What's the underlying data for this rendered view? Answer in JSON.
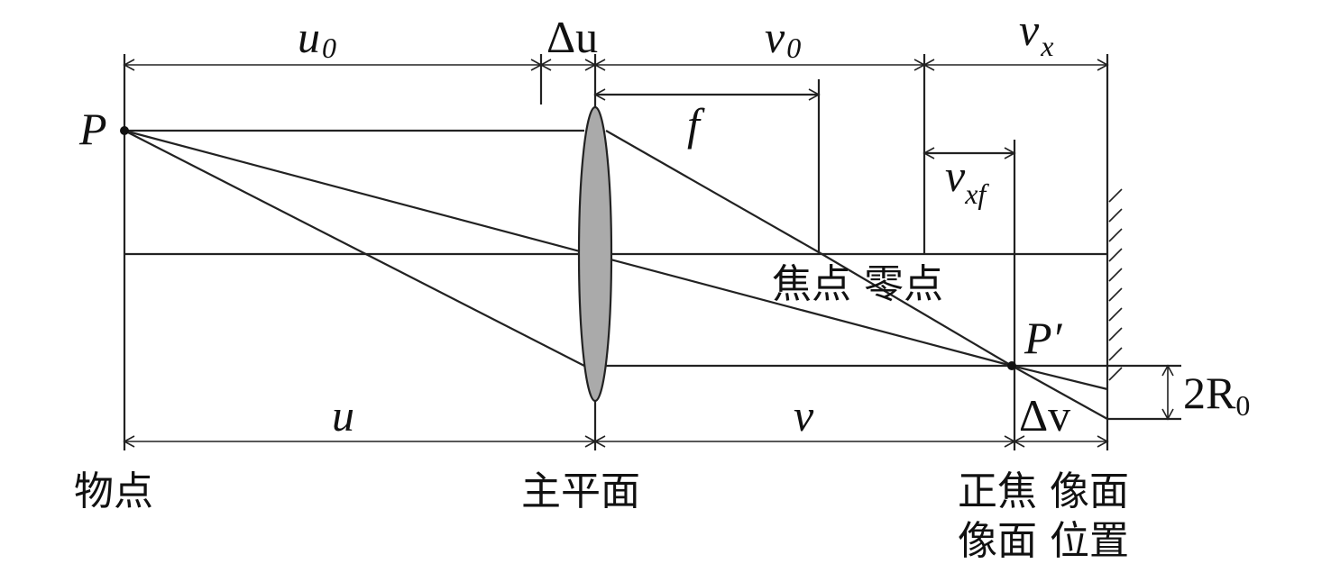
{
  "labels": {
    "u0": "u",
    "u0_sub": "0",
    "delta_u": "Δu",
    "v0": "v",
    "v0_sub": "0",
    "vx": "v",
    "vx_sub": "x",
    "f": "f",
    "vxf": "v",
    "vxf_sub": "xf",
    "P": "P",
    "P_prime": "P′",
    "u": "u",
    "v": "v",
    "delta_v": "Δv",
    "two_r0": "2R",
    "two_r0_sub": "0",
    "focus_zero": "焦点 零点",
    "object_point": "物点",
    "principal_plane": "主平面",
    "focused_image_plane_1": "正焦 像面",
    "focused_image_plane_2": "像面 位置"
  },
  "colors": {
    "lens_fill": "#aaaaaa",
    "line": "#222222"
  }
}
